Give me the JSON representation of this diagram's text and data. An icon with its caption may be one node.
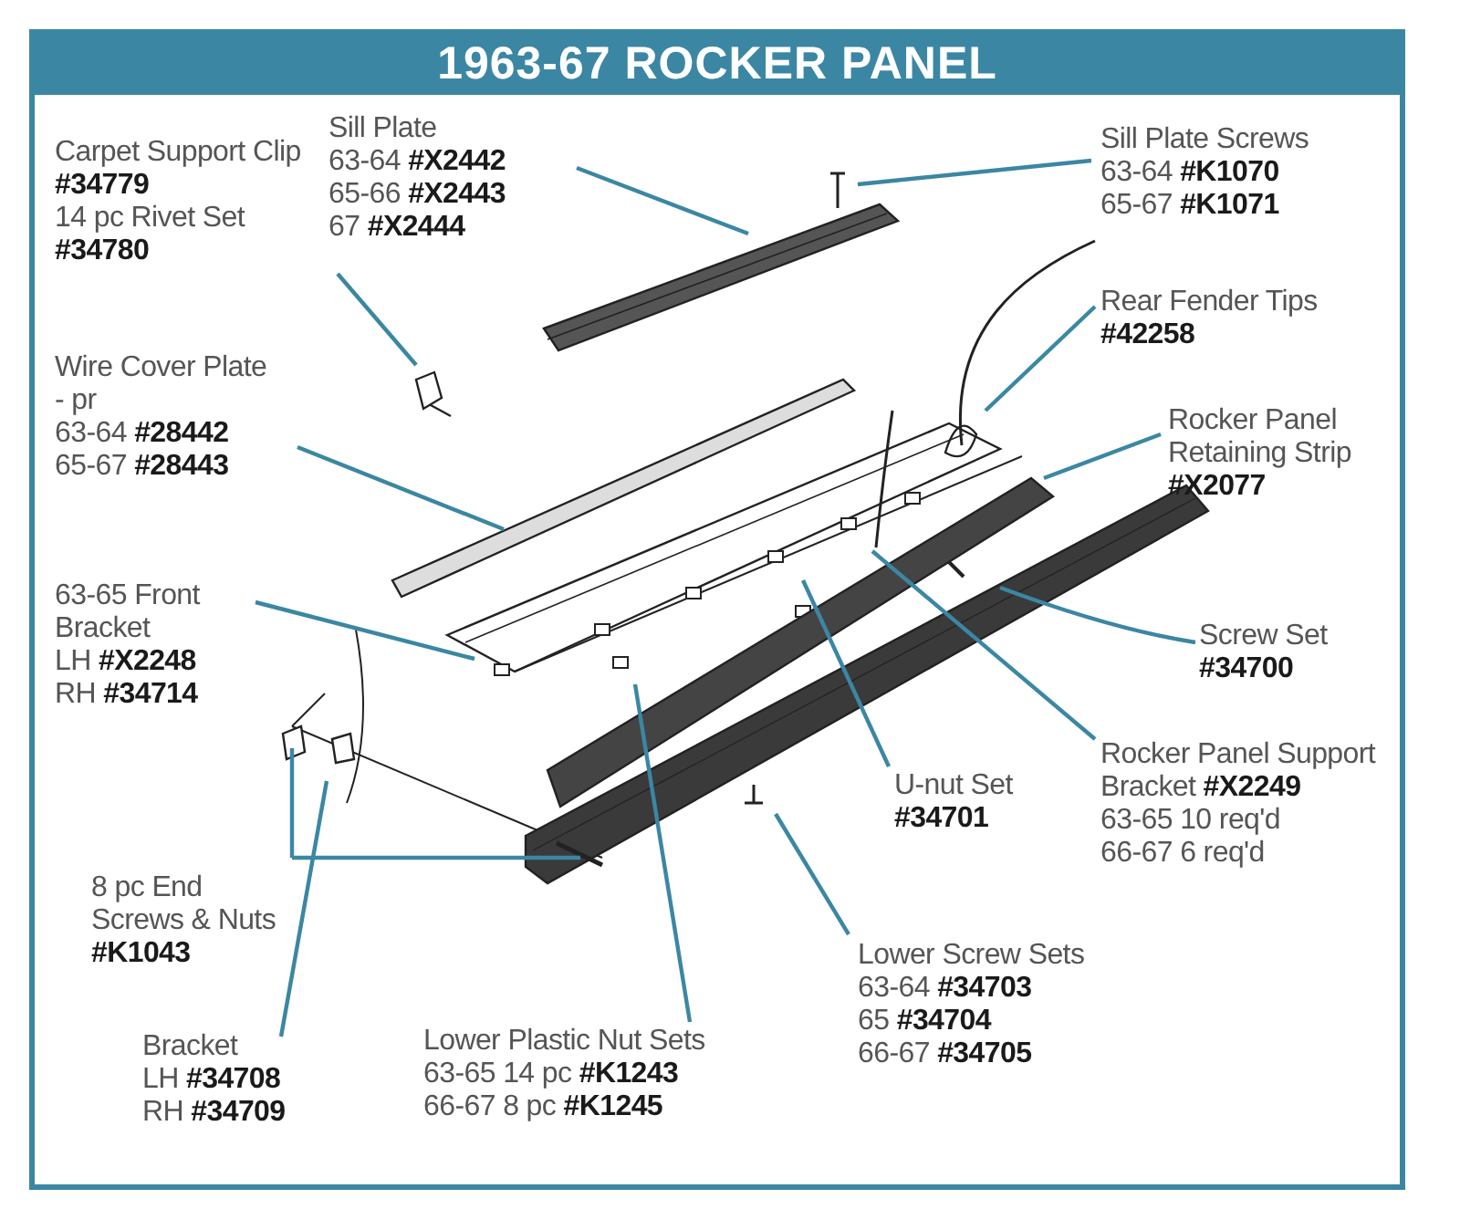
{
  "diagram": {
    "title": "1963-67 ROCKER PANEL",
    "nodes": [
      {
        "text": [
          "Carpet Support Clip **#34779**",
          "14 pc Rivet Set **#34780**"
        ]
      },
      {
        "text": [
          "Sill Plate",
          "63-64 **#X2442**",
          "65-66 **#X2443**",
          "67 **#X2444**"
        ]
      },
      {
        "text": [
          "Sill Plate Screws",
          "63-64 **#K1070**",
          "65-67 **#K1071**"
        ]
      },
      {
        "text": [
          "Rear Fender Tips **#42258**"
        ]
      },
      {
        "text": [
          "Wire Cover Plate - pr",
          "63-64 **#28442**",
          "65-67 **#28443**"
        ]
      },
      {
        "text": [
          "Rocker Panel Retaining Strip **#X2077**"
        ]
      },
      {
        "text": [
          "63-65 Front Bracket",
          "LH **#X2248**",
          "RH **#34714**"
        ]
      },
      {
        "text": [
          "Screw Set **#34700**"
        ]
      },
      {
        "text": [
          "U-nut Set **#34701**"
        ]
      },
      {
        "text": [
          "Rocker Panel Support Bracket **#X2249**",
          "63-65 10 req'd",
          "66-67 6 req'd"
        ]
      },
      {
        "text": [
          "8 pc End Screws & Nuts **#K1043**"
        ]
      },
      {
        "text": [
          "Lower Screw Sets",
          "63-64 **#34703**",
          "65 **#34704**",
          "66-67 **#34705**"
        ]
      },
      {
        "text": [
          "Bracket",
          "LH **#34708**",
          "RH **#34709**"
        ]
      },
      {
        "text": [
          "Lower Plastic Nut Sets",
          "63-65 14 pc **#K1243**",
          "66-67 8 pc **#K1245**"
        ]
      }
    ],
    "edges": [
      {
        "from": 0,
        "to": null,
        "arrow": "none"
      },
      {
        "from": 1,
        "to": null,
        "arrow": "none"
      },
      {
        "from": 2,
        "to": null,
        "arrow": "none"
      },
      {
        "from": 3,
        "to": null,
        "arrow": "none"
      },
      {
        "from": 4,
        "to": null,
        "arrow": "none"
      },
      {
        "from": 5,
        "to": null,
        "arrow": "none"
      },
      {
        "from": 6,
        "to": null,
        "arrow": "none"
      },
      {
        "from": 7,
        "to": null,
        "arrow": "none"
      },
      {
        "from": 8,
        "to": null,
        "arrow": "none"
      },
      {
        "from": 9,
        "to": null,
        "arrow": "none"
      },
      {
        "from": 10,
        "to": null,
        "arrow": "none"
      },
      {
        "from": 11,
        "to": null,
        "arrow": "none"
      },
      {
        "from": 12,
        "to": null,
        "arrow": "none"
      },
      {
        "from": 13,
        "to": null,
        "arrow": "none"
      }
    ]
  }
}
